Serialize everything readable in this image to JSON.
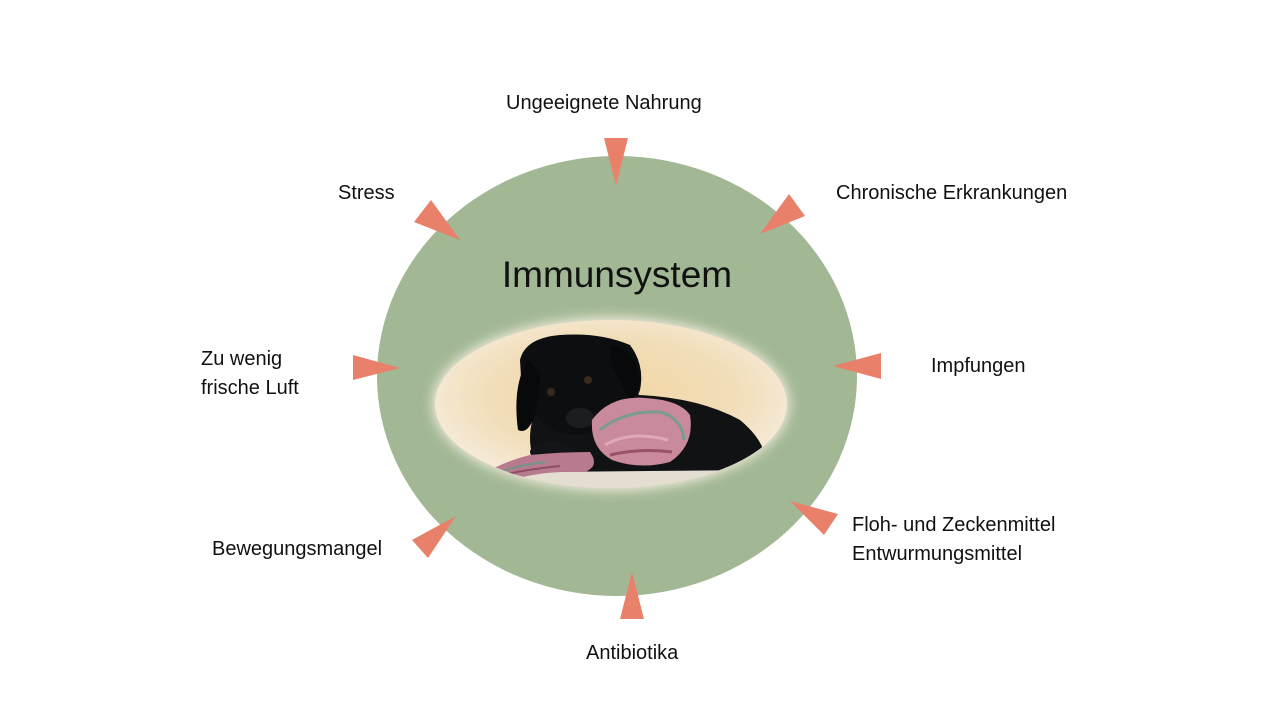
{
  "title": "Immunsystem",
  "colors": {
    "circle": "#a2b894",
    "arrow": "#e8806a",
    "text": "#111111",
    "background": "#ffffff"
  },
  "image": {
    "description_icon": "puppy-with-rope-toy-icon"
  },
  "factors": {
    "top": "Ungeeignete Nahrung",
    "top_left": "Stress",
    "top_right": "Chronische Erkrankungen",
    "left": [
      "Zu wenig",
      "frische Luft"
    ],
    "right": "Impfungen",
    "bottom_left": "Bewegungsmangel",
    "bottom_right": [
      "Floh- und Zeckenmittel",
      "Entwurmungsmittel"
    ],
    "bottom": "Antibiotika"
  }
}
